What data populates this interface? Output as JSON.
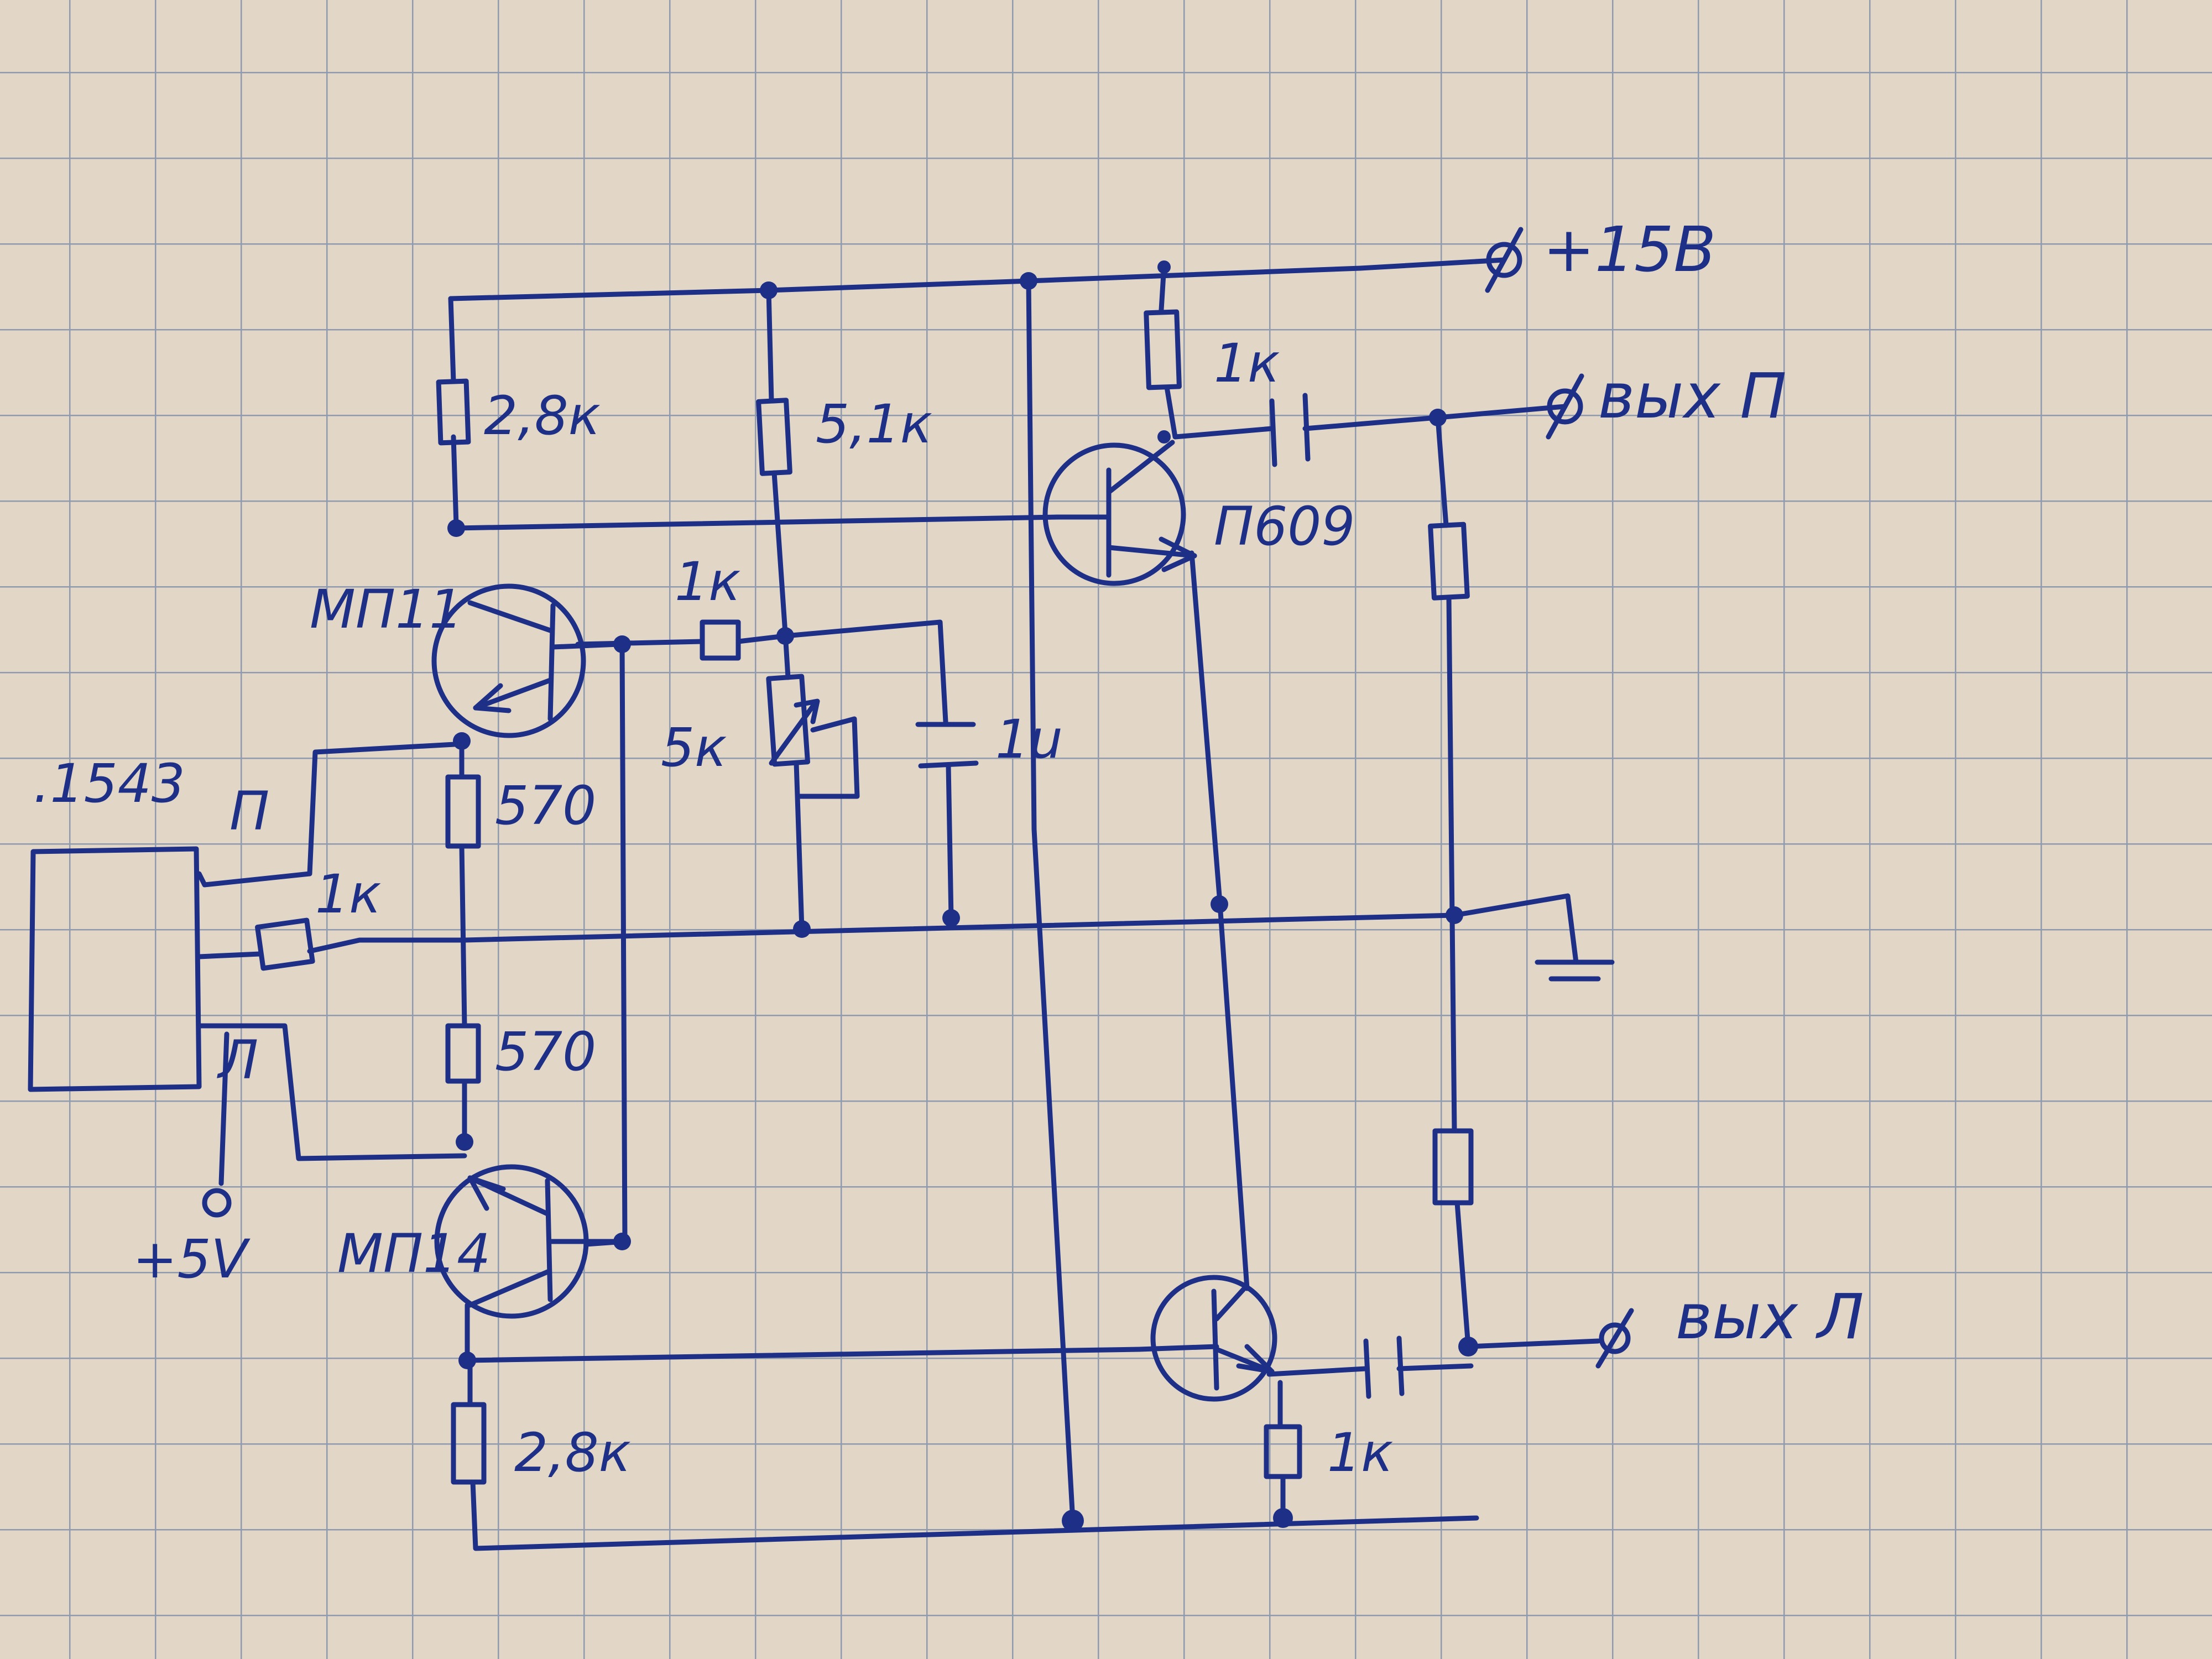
{
  "labels": {
    "chip": ".1543",
    "chip_pin_top": "П",
    "chip_pin_bottom": "Л",
    "supply_5v": "+5V",
    "supply_15v": "+15B",
    "out_right": "вых П",
    "out_left": "вых Л",
    "r_top_left": "2,8к",
    "r_top_mid": "5,1к",
    "r_top_right": "1к",
    "r_base": "1к",
    "pot_5k": "5к",
    "cap_1u": "1u",
    "r_570_top": "570",
    "r_570_bottom": "570",
    "r_chip_1k": "1к",
    "r_bottom_left": "2,8к",
    "r_bottom_right": "1к",
    "q_top_left": "МП11",
    "q_bottom_left": "МП14",
    "q_top_right": "П609"
  },
  "colors": {
    "paper": "#e2d7c6",
    "grid": "#8f9aae",
    "ink": "#1d2f86"
  }
}
